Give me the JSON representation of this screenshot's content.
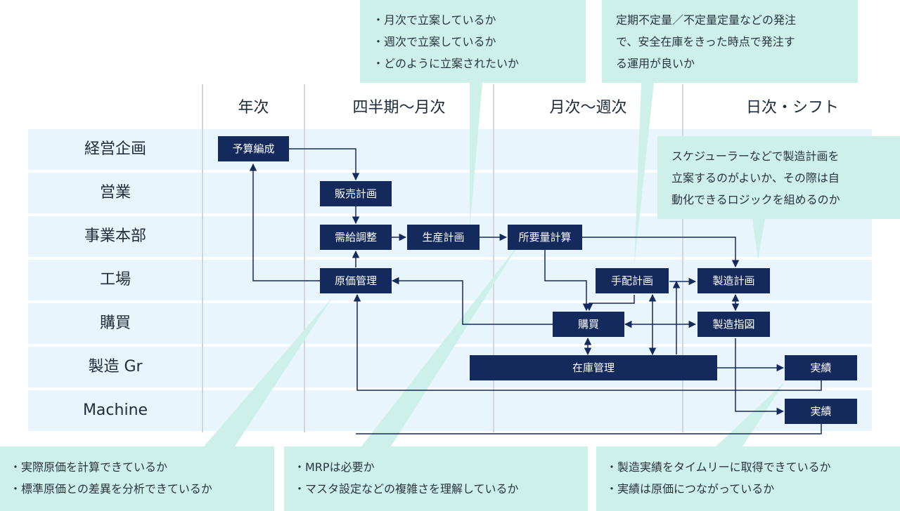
{
  "columns": [
    {
      "label": "年次"
    },
    {
      "label": "四半期～月次"
    },
    {
      "label": "月次～週次"
    },
    {
      "label": "日次・シフト"
    }
  ],
  "rows": [
    {
      "label": "経営企画"
    },
    {
      "label": "営業"
    },
    {
      "label": "事業本部"
    },
    {
      "label": "工場"
    },
    {
      "label": "購買"
    },
    {
      "label": "製造 Gr"
    },
    {
      "label": "Machine"
    }
  ],
  "nodes": {
    "budget": "予算編成",
    "sales_plan": "販売計画",
    "supply_demand": "需給調整",
    "production_plan": "生産計画",
    "mrp": "所要量計算",
    "cost_mgmt": "原価管理",
    "procurement_plan": "手配計画",
    "manufacturing_plan": "製造計画",
    "purchasing": "購買",
    "manufacturing_order": "製造指図",
    "inventory": "在庫管理",
    "actual_gr": "実績",
    "actual_machine": "実績"
  },
  "callouts": {
    "planning_cycle": [
      "・月次で立案しているか",
      "・週次で立案しているか",
      "・どのように立案されたいか"
    ],
    "ordering": [
      "定期不定量／不定量定量などの発注",
      "で、安全在庫をきった時点で発注す",
      "る運用が良いか"
    ],
    "scheduler": [
      "スケジューラーなどで製造計画を",
      "立案するのがよいか、その際は自",
      "動化できるロジックを組めるのか"
    ],
    "costing": [
      "・実際原価を計算できているか",
      "・標準原価との差異を分析できているか"
    ],
    "mrp": [
      "・MRPは必要か",
      "・マスタ設定などの複雑さを理解しているか"
    ],
    "actuals": [
      "・製造実績をタイムリーに取得できているか",
      "・実績は原価につながっているか"
    ]
  },
  "colors": {
    "band": "#e8f5fc",
    "node": "#14295c",
    "callout": "#cdf1ea",
    "divider": "#d3d6da"
  }
}
